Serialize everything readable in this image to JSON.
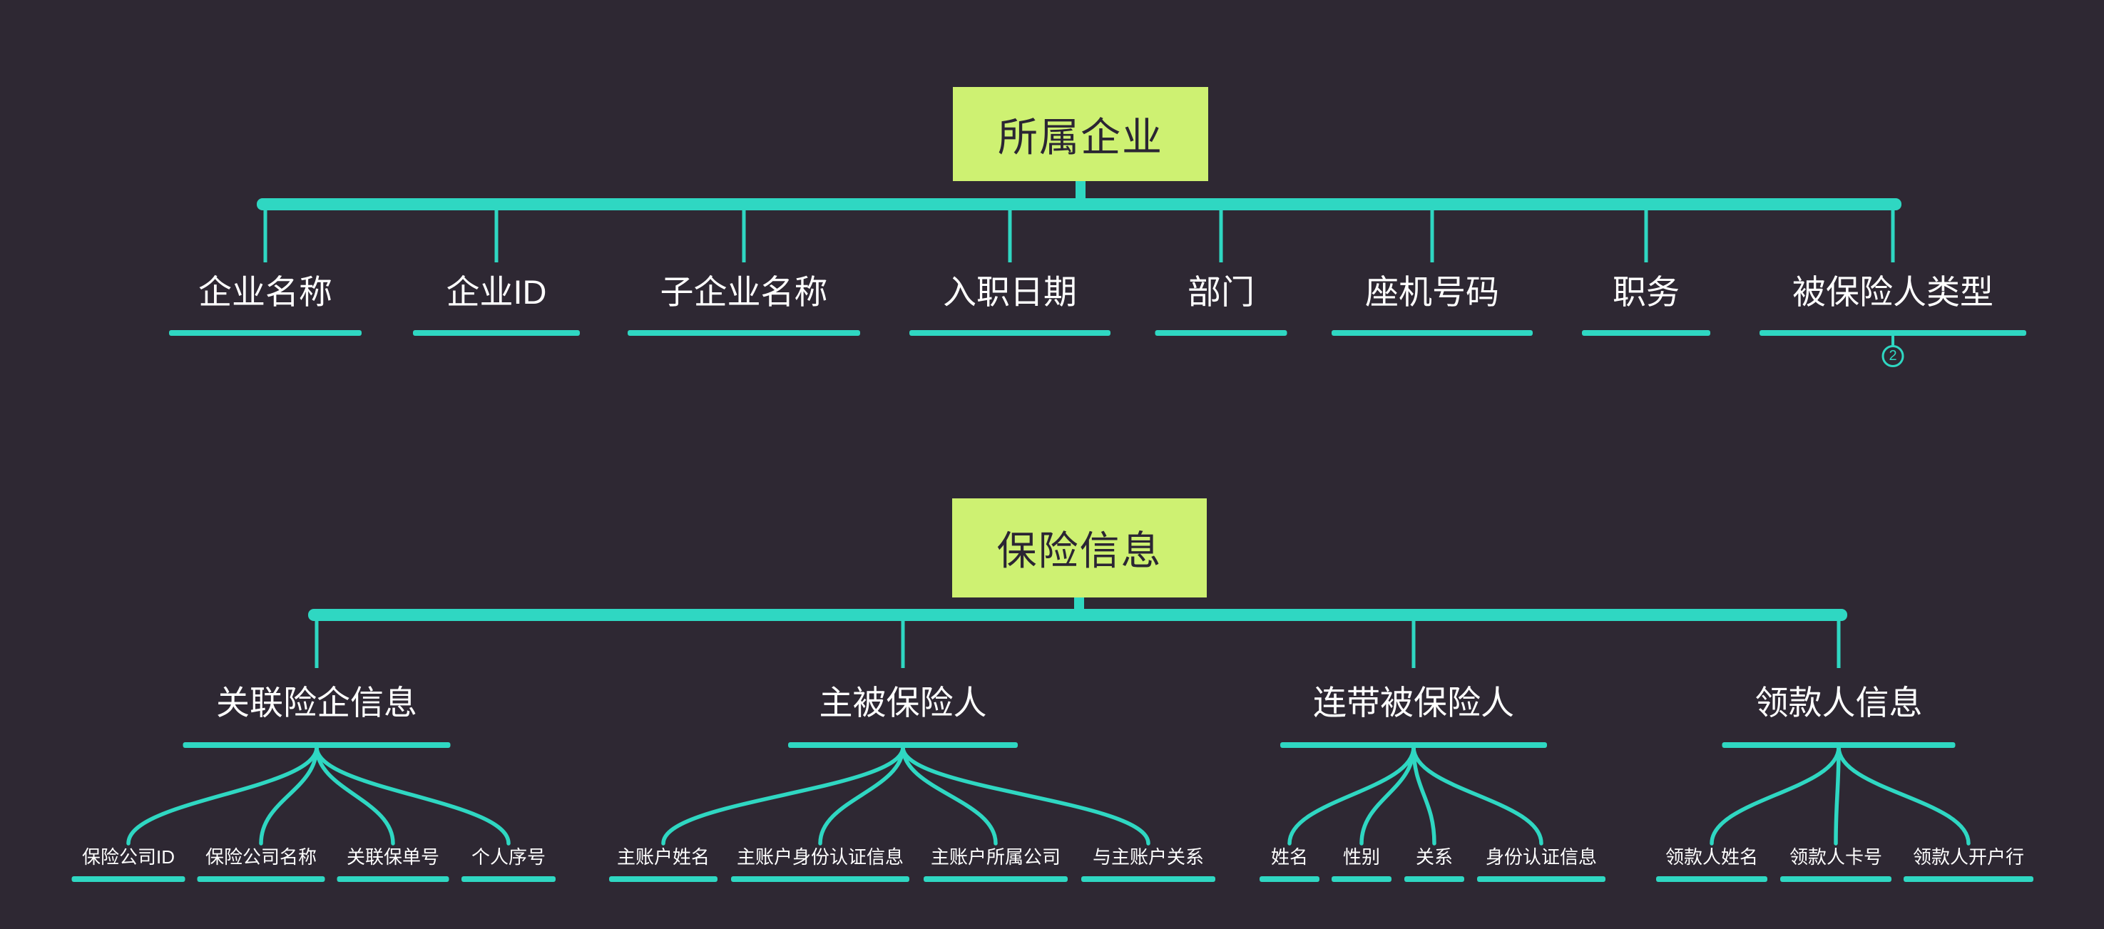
{
  "colors": {
    "background": "#2e2833",
    "accent_teal": "#2fd7c2",
    "root_fill": "#cef172",
    "root_text": "#2b2533",
    "topic_text": "#ffffff"
  },
  "tree1": {
    "root": {
      "label": "所属企业"
    },
    "children": [
      {
        "label": "企业名称"
      },
      {
        "label": "企业ID"
      },
      {
        "label": "子企业名称"
      },
      {
        "label": "入职日期"
      },
      {
        "label": "部门"
      },
      {
        "label": "座机号码"
      },
      {
        "label": "职务"
      },
      {
        "label": "被保险人类型",
        "collapsed_count": "2"
      }
    ]
  },
  "tree2": {
    "root": {
      "label": "保险信息"
    },
    "branches": [
      {
        "label": "关联险企信息",
        "children": [
          {
            "label": "保险公司ID"
          },
          {
            "label": "保险公司名称"
          },
          {
            "label": "关联保单号"
          },
          {
            "label": "个人序号"
          }
        ]
      },
      {
        "label": "主被保险人",
        "children": [
          {
            "label": "主账户姓名"
          },
          {
            "label": "主账户身份认证信息"
          },
          {
            "label": "主账户所属公司"
          },
          {
            "label": "与主账户关系"
          }
        ]
      },
      {
        "label": "连带被保险人",
        "children": [
          {
            "label": "姓名"
          },
          {
            "label": "性别"
          },
          {
            "label": "关系"
          },
          {
            "label": "身份认证信息"
          }
        ]
      },
      {
        "label": "领款人信息",
        "children": [
          {
            "label": "领款人姓名"
          },
          {
            "label": "领款人卡号"
          },
          {
            "label": "领款人开户行"
          }
        ]
      }
    ]
  }
}
